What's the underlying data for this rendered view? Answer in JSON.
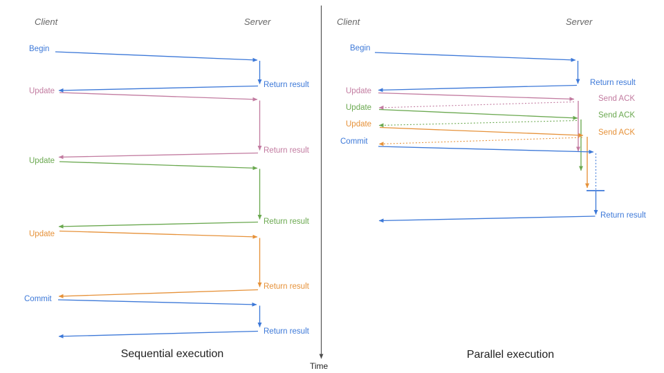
{
  "palette": {
    "blue": "#3c78d8",
    "pink": "#c27ba0",
    "green": "#6aa84f",
    "orange": "#e69138",
    "axis": "#4d4d4d",
    "header_gray": "#666666",
    "text_dark": "#1f1f1f"
  },
  "time_axis": {
    "label": "Time"
  },
  "panels": [
    {
      "id": "sequential",
      "client_header": "Client",
      "server_header": "Server",
      "caption": "Sequential execution",
      "messages": [
        {
          "label": "Begin",
          "color": "blue",
          "response": "Return result"
        },
        {
          "label": "Update",
          "color": "pink",
          "response": "Return result"
        },
        {
          "label": "Update",
          "color": "green",
          "response": "Return result"
        },
        {
          "label": "Update",
          "color": "orange",
          "response": "Return result"
        },
        {
          "label": "Commit",
          "color": "blue",
          "response": "Return result"
        }
      ]
    },
    {
      "id": "parallel",
      "client_header": "Client",
      "server_header": "Server",
      "caption": "Parallel execution",
      "messages": [
        {
          "label": "Begin",
          "color": "blue",
          "response": "Return result"
        },
        {
          "label": "Update",
          "color": "pink",
          "response": "Send ACK"
        },
        {
          "label": "Update",
          "color": "green",
          "response": "Send ACK"
        },
        {
          "label": "Update",
          "color": "orange",
          "response": "Send ACK"
        },
        {
          "label": "Commit",
          "color": "blue",
          "response": "Return result"
        }
      ]
    }
  ]
}
